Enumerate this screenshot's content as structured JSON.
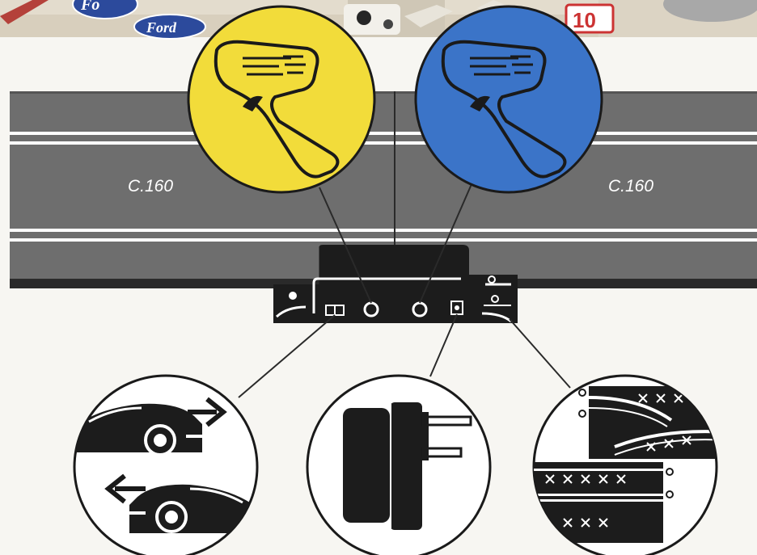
{
  "track": {
    "label_left": "C.160",
    "label_right": "C.160"
  },
  "header_photo": {
    "logo_ford": "Ford",
    "logo_partial": "Fo",
    "sticker_number": "10"
  },
  "controllers": [
    {
      "color": "#f2dc3a",
      "name": "yellow-controller"
    },
    {
      "color": "#3b74c8",
      "name": "blue-controller"
    }
  ],
  "colors": {
    "track": "#6e6e6e",
    "outline": "#1a1a1a",
    "stripe": "#ffffff"
  },
  "insets": [
    {
      "name": "lane-direction-inset",
      "icon": "car-direction-arrows-icon"
    },
    {
      "name": "power-adapter-inset",
      "icon": "power-plug-icon"
    },
    {
      "name": "track-connection-inset",
      "icon": "track-connector-icon"
    }
  ]
}
